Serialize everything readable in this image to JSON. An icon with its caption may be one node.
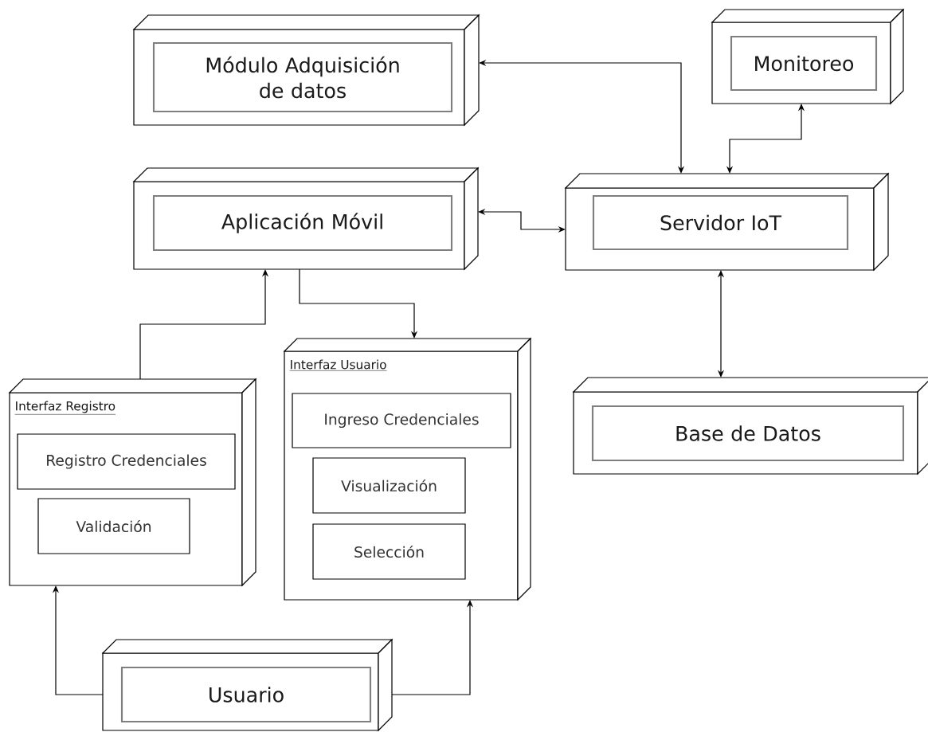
{
  "diagram": {
    "nodes": [
      {
        "text": [
          "Módulo Adquisición de datos"
        ]
      },
      {
        "text": [
          "Monitoreo"
        ]
      },
      {
        "text": [
          "Aplicación Móvil"
        ]
      },
      {
        "text": [
          "Servidor IoT"
        ]
      },
      {
        "text": [
          "Base de Datos"
        ]
      },
      {
        "text": [
          "Interfaz Registro"
        ]
      },
      {
        "text": [
          "Registro Credenciales"
        ],
        "in": 5
      },
      {
        "text": [
          "Validación"
        ],
        "in": 5
      },
      {
        "text": [
          "Interfaz Usuario"
        ]
      },
      {
        "text": [
          "Ingreso Credenciales"
        ],
        "in": 8
      },
      {
        "text": [
          "Visualización"
        ],
        "in": 8
      },
      {
        "text": [
          "Selección"
        ],
        "in": 8
      },
      {
        "text": [
          "Usuario"
        ]
      }
    ],
    "edges": [
      {
        "from": 0,
        "to": 3,
        "arrow": "both"
      },
      {
        "from": 3,
        "to": 1,
        "arrow": "both"
      },
      {
        "from": 2,
        "to": 3,
        "arrow": "both"
      },
      {
        "from": 3,
        "to": 4,
        "arrow": "both"
      },
      {
        "from": 5,
        "to": 2,
        "arrow": "to"
      },
      {
        "from": 2,
        "to": 8,
        "arrow": "to"
      },
      {
        "from": 12,
        "to": 5,
        "arrow": "to"
      },
      {
        "from": 12,
        "to": 8,
        "arrow": "to"
      }
    ]
  }
}
